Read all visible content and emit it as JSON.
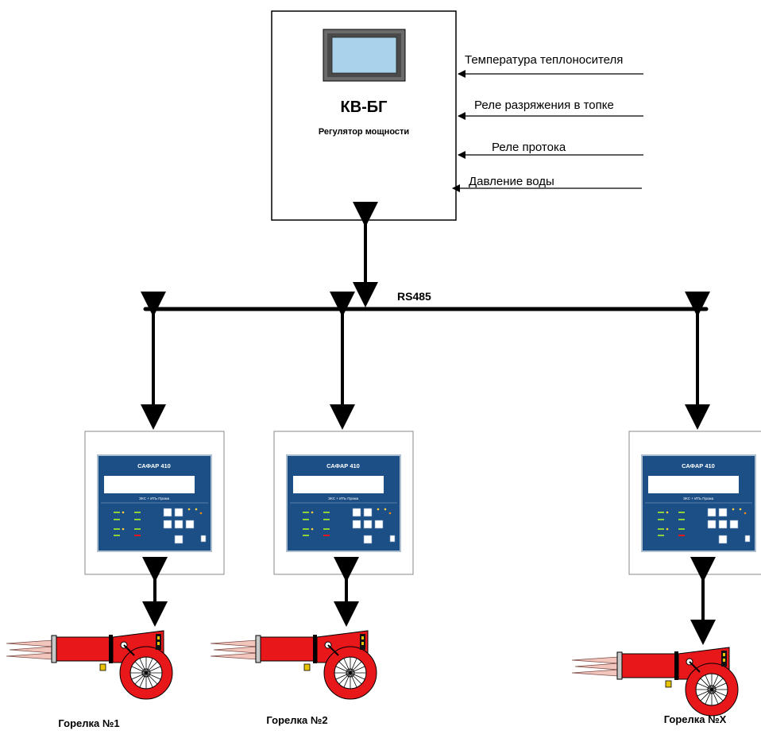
{
  "regulator": {
    "title": "КВ-БГ",
    "subtitle": "Регулятор мощности"
  },
  "inputs": [
    "Температура теплоносителя",
    "Реле разряжения в топке",
    "Реле протока",
    "Давление воды"
  ],
  "bus": {
    "label": "RS485"
  },
  "controllers": [
    {
      "panel_title": "САФАР 410",
      "panel_sub": "ЭКС + ИТЬ Прома"
    },
    {
      "panel_title": "САФАР 410",
      "panel_sub": "ЭКС + ИТЬ Прома"
    },
    {
      "panel_title": "САФАР 410",
      "panel_sub": "ЭКС + ИТЬ Прома"
    }
  ],
  "burners": [
    {
      "label": "Горелка №1"
    },
    {
      "label": "Горелка №2"
    },
    {
      "label": "Горелка №X"
    }
  ],
  "colors": {
    "burner_red": "#e8171a",
    "panel_blue": "#1b4f86",
    "screen_blue": "#a9d3ea"
  }
}
